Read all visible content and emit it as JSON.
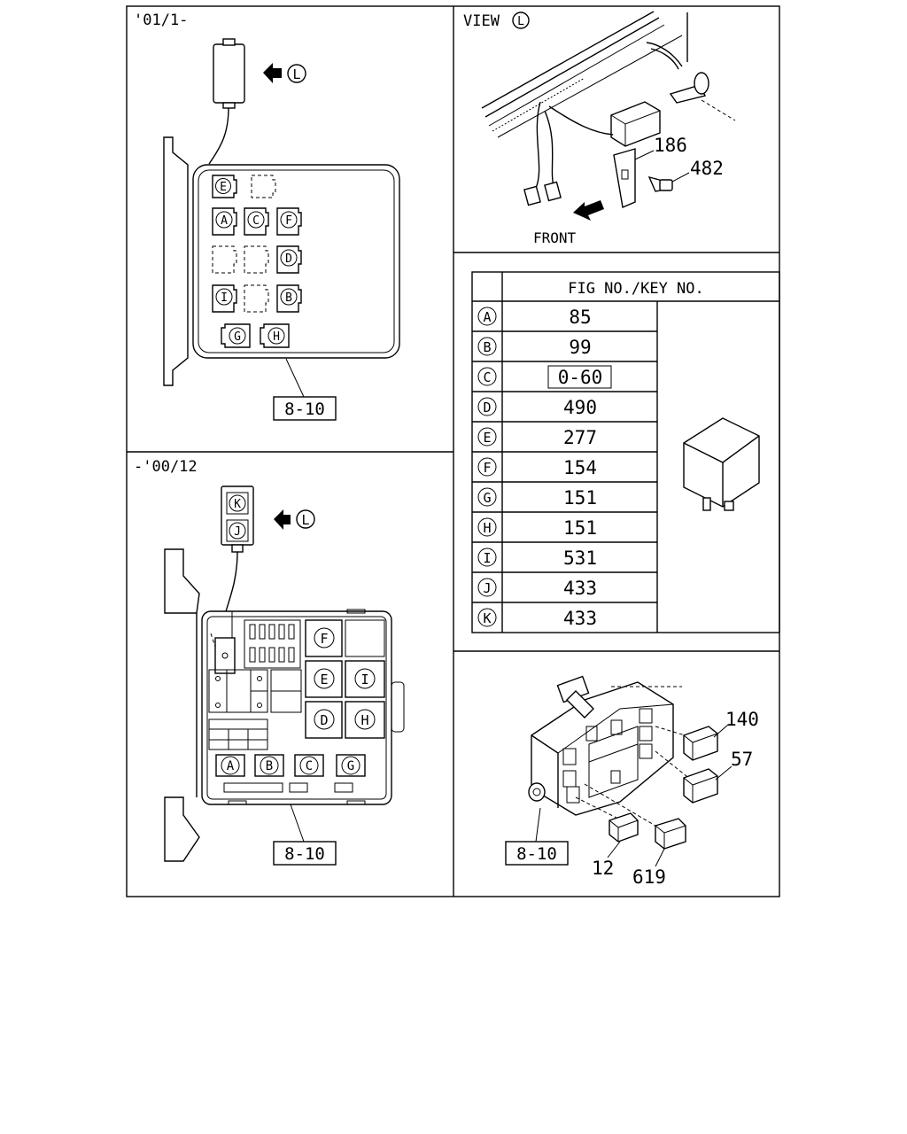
{
  "panels": {
    "top_left_label": "'01/1-",
    "mid_left_label": "-'00/12",
    "view_title": "VIEW",
    "view_ref_letter": "L",
    "front_label": "FRONT",
    "ref_box_left_top": "8-10",
    "ref_box_left_bottom": "8-10",
    "ref_box_bottom_right": "8-10"
  },
  "callouts": {
    "bracket": "186",
    "bolt": "482",
    "relay_a": "140",
    "relay_b": "57",
    "relay_c": "12",
    "relay_d": "619"
  },
  "letters": {
    "A": "A",
    "B": "B",
    "C": "C",
    "D": "D",
    "E": "E",
    "F": "F",
    "G": "G",
    "H": "H",
    "I": "I",
    "J": "J",
    "K": "K",
    "L": "L"
  },
  "table": {
    "header": "FIG NO./KEY NO.",
    "rows": [
      {
        "key": "A",
        "value": "85"
      },
      {
        "key": "B",
        "value": "99"
      },
      {
        "key": "C",
        "value": "0-60"
      },
      {
        "key": "D",
        "value": "490"
      },
      {
        "key": "E",
        "value": "277"
      },
      {
        "key": "F",
        "value": "154"
      },
      {
        "key": "G",
        "value": "151"
      },
      {
        "key": "H",
        "value": "151"
      },
      {
        "key": "I",
        "value": "531"
      },
      {
        "key": "J",
        "value": "433"
      },
      {
        "key": "K",
        "value": "433"
      }
    ]
  }
}
